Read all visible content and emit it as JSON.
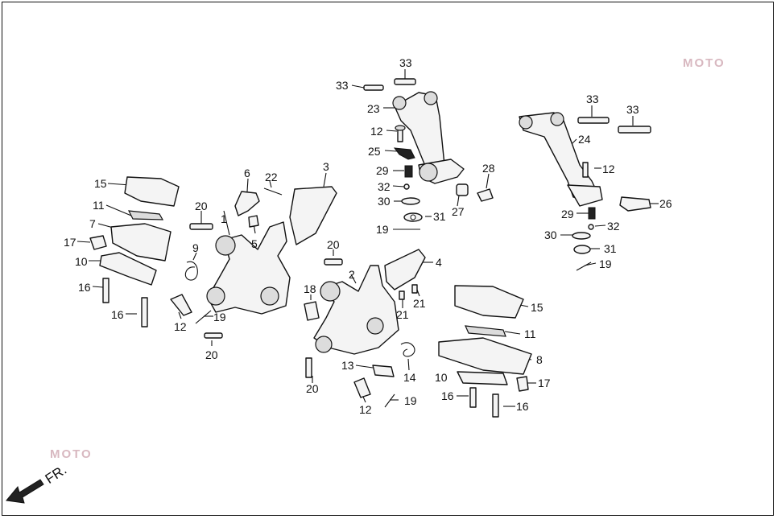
{
  "direction_label": "FR.",
  "watermark": "MOTO",
  "callouts": [
    {
      "id": "c33a",
      "text": "33"
    },
    {
      "id": "c33b",
      "text": "33"
    },
    {
      "id": "c33c",
      "text": "33"
    },
    {
      "id": "c33d",
      "text": "33"
    },
    {
      "id": "c23",
      "text": "23"
    },
    {
      "id": "c24",
      "text": "24"
    },
    {
      "id": "c12a",
      "text": "12"
    },
    {
      "id": "c12b",
      "text": "12"
    },
    {
      "id": "c12c",
      "text": "12"
    },
    {
      "id": "c12d",
      "text": "12"
    },
    {
      "id": "c25",
      "text": "25"
    },
    {
      "id": "c29a",
      "text": "29"
    },
    {
      "id": "c29b",
      "text": "29"
    },
    {
      "id": "c28",
      "text": "28"
    },
    {
      "id": "c32a",
      "text": "32"
    },
    {
      "id": "c32b",
      "text": "32"
    },
    {
      "id": "c30a",
      "text": "30"
    },
    {
      "id": "c30b",
      "text": "30"
    },
    {
      "id": "c27",
      "text": "27"
    },
    {
      "id": "c31a",
      "text": "31"
    },
    {
      "id": "c31b",
      "text": "31"
    },
    {
      "id": "c19a",
      "text": "19"
    },
    {
      "id": "c19b",
      "text": "19"
    },
    {
      "id": "c19c",
      "text": "19"
    },
    {
      "id": "c19d",
      "text": "19"
    },
    {
      "id": "c26",
      "text": "26"
    },
    {
      "id": "c3",
      "text": "3"
    },
    {
      "id": "c6",
      "text": "6"
    },
    {
      "id": "c22",
      "text": "22"
    },
    {
      "id": "c15a",
      "text": "15"
    },
    {
      "id": "c15b",
      "text": "15"
    },
    {
      "id": "c11a",
      "text": "11"
    },
    {
      "id": "c11b",
      "text": "11"
    },
    {
      "id": "c7",
      "text": "7"
    },
    {
      "id": "c8",
      "text": "8"
    },
    {
      "id": "c17a",
      "text": "17"
    },
    {
      "id": "c17b",
      "text": "17"
    },
    {
      "id": "c10a",
      "text": "10"
    },
    {
      "id": "c10b",
      "text": "10"
    },
    {
      "id": "c16a",
      "text": "16"
    },
    {
      "id": "c16b",
      "text": "16"
    },
    {
      "id": "c16c",
      "text": "16"
    },
    {
      "id": "c16d",
      "text": "16"
    },
    {
      "id": "c20a",
      "text": "20"
    },
    {
      "id": "c20b",
      "text": "20"
    },
    {
      "id": "c20c",
      "text": "20"
    },
    {
      "id": "c20d",
      "text": "20"
    },
    {
      "id": "c1",
      "text": "1"
    },
    {
      "id": "c2",
      "text": "2"
    },
    {
      "id": "c4",
      "text": "4"
    },
    {
      "id": "c5",
      "text": "5"
    },
    {
      "id": "c9",
      "text": "9"
    },
    {
      "id": "c18",
      "text": "18"
    },
    {
      "id": "c21a",
      "text": "21"
    },
    {
      "id": "c21b",
      "text": "21"
    },
    {
      "id": "c13",
      "text": "13"
    },
    {
      "id": "c14",
      "text": "14"
    }
  ]
}
